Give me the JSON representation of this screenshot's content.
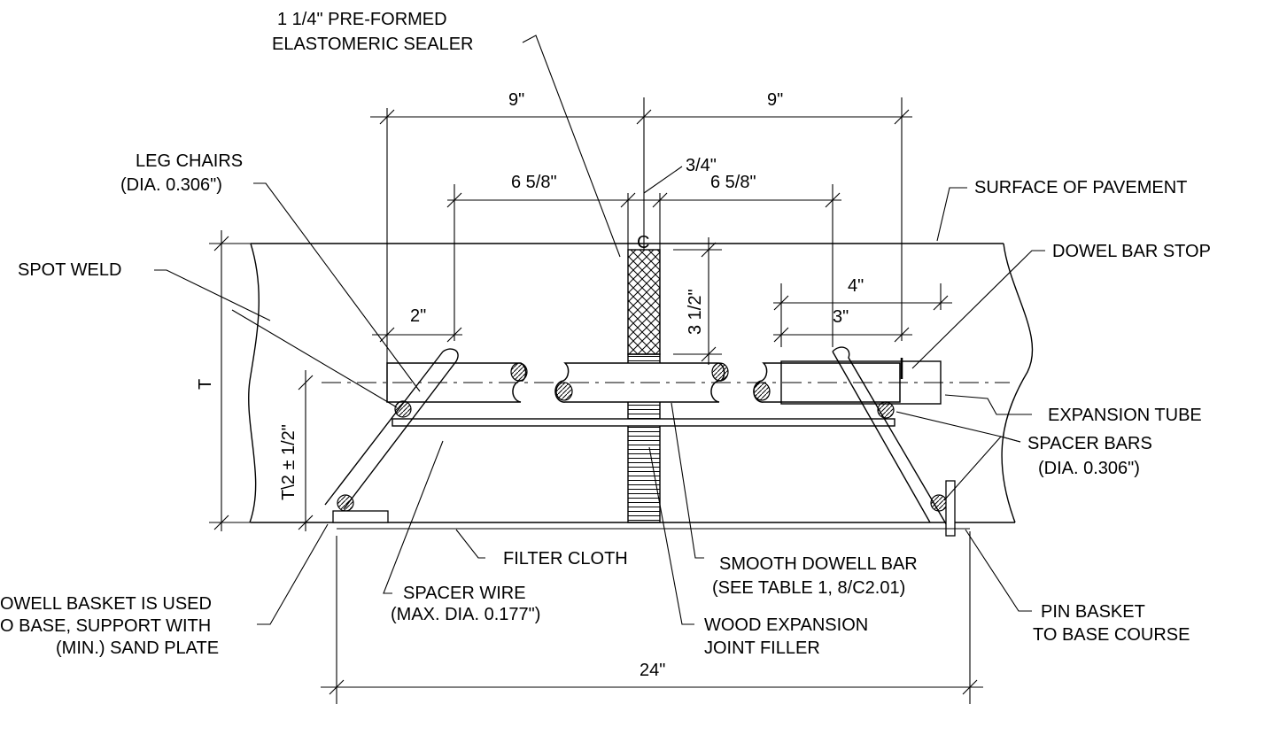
{
  "labels": {
    "sealer": [
      "1 1/4\" PRE-FORMED",
      "ELASTOMERIC SEALER"
    ],
    "leg_chairs": [
      "LEG CHAIRS",
      "(DIA. 0.306\")"
    ],
    "spot_weld": "SPOT WELD",
    "surface_of_pavement": "SURFACE OF PAVEMENT",
    "dowel_bar_stop": "DOWEL BAR STOP",
    "expansion_tube": "EXPANSION TUBE",
    "spacer_bars": [
      "SPACER BARS",
      "(DIA. 0.306\")"
    ],
    "filter_cloth": "FILTER CLOTH",
    "smooth_dowel_bar": [
      "SMOOTH DOWELL BAR",
      "(SEE TABLE 1, 8/C2.01)"
    ],
    "spacer_wire": [
      "SPACER WIRE",
      "(MAX. DIA. 0.177\")"
    ],
    "sand_plate_note": [
      "OWELL BASKET IS USED",
      "O BASE, SUPPORT WITH",
      "(MIN.) SAND PLATE"
    ],
    "wood_filler": [
      "WOOD EXPANSION",
      "JOINT FILLER"
    ],
    "pin_basket": [
      "PIN BASKET",
      "TO BASE COURSE"
    ],
    "centerline": "C"
  },
  "dimensions": {
    "left_9": "9\"",
    "right_9": "9\"",
    "joint_3_4": "3/4\"",
    "left_6_5_8": "6 5/8\"",
    "right_6_5_8": "6 5/8\"",
    "left_2": "2\"",
    "right_4": "4\"",
    "right_3": "3\"",
    "sealer_depth": "3 1/2\"",
    "slab_T": "T",
    "half_T": "T\\2 ± 1/2\"",
    "overall_24": "24\""
  }
}
